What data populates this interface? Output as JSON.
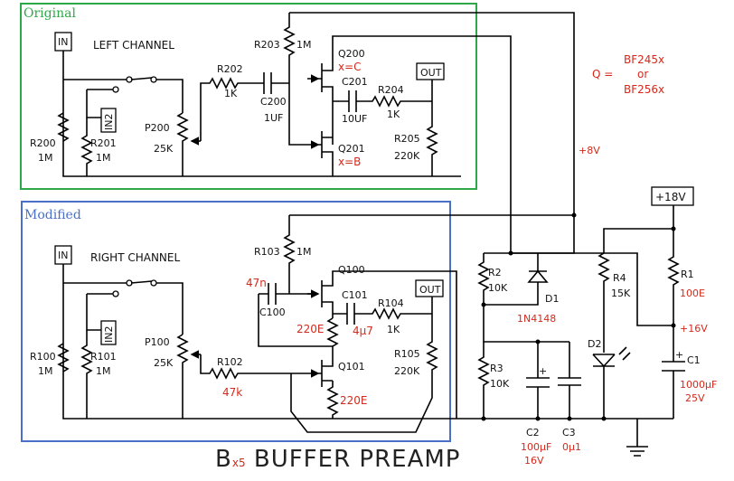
{
  "sections": {
    "original": {
      "label": "Original",
      "color": "#2fa84a"
    },
    "modified": {
      "label": "Modified",
      "color": "#4a6fc8"
    }
  },
  "left": {
    "channel": "LEFT CHANNEL",
    "in": "IN",
    "in2": "IN2",
    "out": "OUT",
    "r200": "R200",
    "r200v": "1M",
    "r201": "R201",
    "r201v": "1M",
    "p200": "P200",
    "p200v": "25K",
    "r202": "R202",
    "r202v": "1K",
    "c200": "C200",
    "c200v": "1UF",
    "r203": "R203",
    "r203v": "1M",
    "q200": "Q200",
    "q200x": "x=C",
    "c201": "C201",
    "c201v": "10UF",
    "r204": "R204",
    "r204v": "1K",
    "r205": "R205",
    "r205v": "220K",
    "q201": "Q201",
    "q201x": "x=B"
  },
  "right": {
    "channel": "RIGHT CHANNEL",
    "in": "IN",
    "in2": "IN2",
    "out": "OUT",
    "r100": "R100",
    "r100v": "1M",
    "r101": "R101",
    "r101v": "1M",
    "p100": "P100",
    "p100v": "25K",
    "r102": "R102",
    "r102v": "47k",
    "c100": "C100",
    "c100v": "47n",
    "r103": "R103",
    "r103v": "1M",
    "q100": "Q100",
    "c101": "C101",
    "c101v": "4µ7",
    "r104": "R104",
    "r104v": "1K",
    "r105": "R105",
    "r105v": "220K",
    "q101": "Q101",
    "rs1v": "220E",
    "rs2v": "220E"
  },
  "supply": {
    "v18": "+18V",
    "v8": "+8V",
    "v16": "+16V",
    "r2": "R2",
    "r2v": "10K",
    "r3": "R3",
    "r3v": "10K",
    "d1": "D1",
    "d1v": "1N4148",
    "r4": "R4",
    "r4v": "15K",
    "d2": "D2",
    "r1": "R1",
    "r1v": "100E",
    "c1": "C1",
    "c1v1": "1000µF",
    "c1v2": "25V",
    "c2": "C2",
    "c2v1": "100µF",
    "c2v2": "16V",
    "c3": "C3",
    "c3v": "0µ1"
  },
  "q_note": {
    "eq": "Q =",
    "a": "BF245x",
    "or": "or",
    "b": "BF256x"
  },
  "title": {
    "b": "B",
    "x5": "x5",
    "rest": " BUFFER PREAMP"
  }
}
